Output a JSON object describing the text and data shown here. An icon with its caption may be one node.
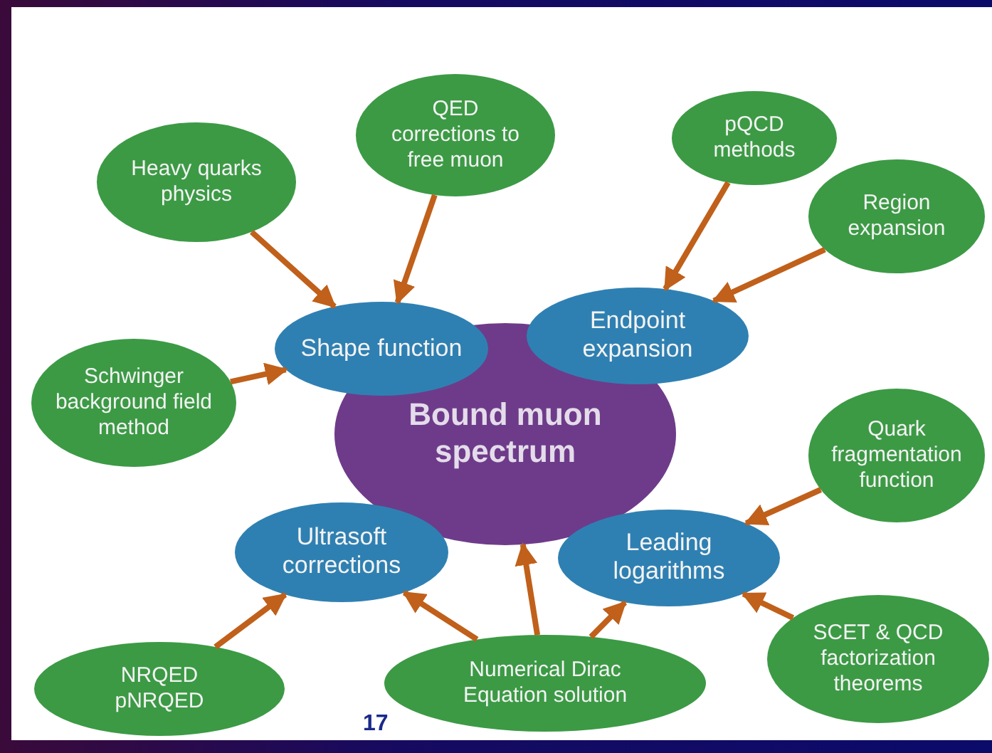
{
  "diagram": {
    "nodes": [
      {
        "text": [
          "Bound muon spectrum"
        ]
      },
      {
        "text": [
          "Shape function"
        ]
      },
      {
        "text": [
          "Endpoint expansion"
        ]
      },
      {
        "text": [
          "Ultrasoft corrections"
        ]
      },
      {
        "text": [
          "Leading logarithms"
        ]
      },
      {
        "text": [
          "QED corrections to free muon"
        ]
      },
      {
        "text": [
          "pQCD methods"
        ]
      },
      {
        "text": [
          "Heavy quarks physics"
        ]
      },
      {
        "text": [
          "Region expansion"
        ]
      },
      {
        "text": [
          "Schwinger background field method"
        ]
      },
      {
        "text": [
          "Quark fragmentation function"
        ]
      },
      {
        "text": [
          "SCET & QCD factorization theorems"
        ]
      },
      {
        "text": [
          "NRQED pNRQED"
        ]
      },
      {
        "text": [
          "Numerical Dirac Equation solution"
        ]
      }
    ],
    "edges": [
      {
        "from": 7,
        "to": 1,
        "arrow": "to"
      },
      {
        "from": 5,
        "to": 1,
        "arrow": "to"
      },
      {
        "from": 9,
        "to": 1,
        "arrow": "to"
      },
      {
        "from": 6,
        "to": 2,
        "arrow": "to"
      },
      {
        "from": 8,
        "to": 2,
        "arrow": "to"
      },
      {
        "from": 10,
        "to": 4,
        "arrow": "to"
      },
      {
        "from": 11,
        "to": 4,
        "arrow": "to"
      },
      {
        "from": 12,
        "to": 3,
        "arrow": "to"
      },
      {
        "from": 13,
        "to": 3,
        "arrow": "to"
      },
      {
        "from": 13,
        "to": 0,
        "arrow": "to"
      },
      {
        "from": 13,
        "to": 4,
        "arrow": "to"
      }
    ],
    "labels": [
      "17"
    ]
  }
}
